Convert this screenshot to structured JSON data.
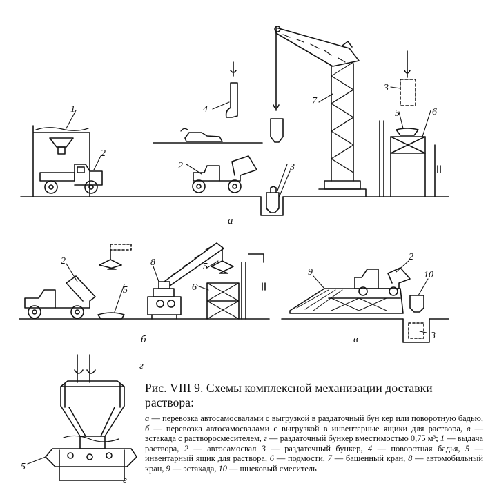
{
  "diagram": {
    "callouts": {
      "a1": "1",
      "a2a": "2",
      "a2b": "2",
      "a3a": "3",
      "a3b": "3",
      "a4": "4",
      "a5": "5",
      "a6": "6",
      "a7": "7",
      "b2": "2",
      "b5a": "5",
      "b5b": "5",
      "b6": "6",
      "b8": "8",
      "v2": "2",
      "v3": "3",
      "v9": "9",
      "v10": "10",
      "g5": "5"
    },
    "sub_labels": {
      "a": "а",
      "b": "б",
      "v": "в",
      "g_top": "г",
      "g_bottom": "г"
    }
  },
  "caption": {
    "title": "Рис. VIII 9. Схемы комплексной механизации доставки раствора:",
    "legend": [
      {
        "key": "а",
        "text": " — перевозка автосамосвалами с выгрузкой в раздаточный бун кер или поворотную бадью, "
      },
      {
        "key": "б",
        "text": " — перевозка автосамосвалами с выгрузкой в инвентарные ящики для раствора, "
      },
      {
        "key": "в",
        "text": " — эстакада с растворосмесителем, "
      },
      {
        "key": "г",
        "text": " — раздаточный бункер вместимостью 0,75 м³; "
      },
      {
        "key": "1",
        "text": " — выдача раствора, "
      },
      {
        "key": "2",
        "text": " — автосамосвал "
      },
      {
        "key": "3",
        "text": " — раздаточный бункер, "
      },
      {
        "key": "4",
        "text": " — поворотная бадья, "
      },
      {
        "key": "5",
        "text": " — инвентарный ящик для раствора, "
      },
      {
        "key": "6",
        "text": " — подмости, "
      },
      {
        "key": "7",
        "text": " — башенный кран, "
      },
      {
        "key": "8",
        "text": " — автомобильный кран, "
      },
      {
        "key": "9",
        "text": " — эстакада, "
      },
      {
        "key": "10",
        "text": " — шнековый смеситель"
      }
    ]
  }
}
